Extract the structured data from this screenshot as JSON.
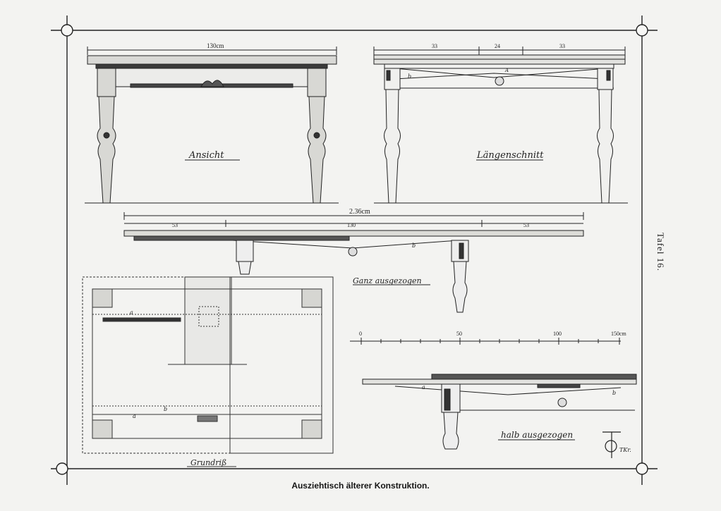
{
  "caption": "Ausziehtisch älterer Konstruktion.",
  "plate_label": "Tafel 16.",
  "views": {
    "front_title": "Ansicht",
    "section_title": "Längenschnitt",
    "full_title": "Ganz ausgezogen",
    "half_title": "halb ausgezogen",
    "plan_title": "Grundriß"
  },
  "dimensions": {
    "front_width": "130cm",
    "section_left": "33",
    "section_mid": "24",
    "section_right": "33",
    "full_total": "2.36cm",
    "full_left": "53",
    "full_mid": "130",
    "full_right": "53"
  },
  "scale": {
    "ticks": [
      "0",
      "50",
      "100",
      "150cm"
    ]
  },
  "part_labels": {
    "a": "a",
    "b": "b",
    "A": "A"
  },
  "monogram": "TKr."
}
